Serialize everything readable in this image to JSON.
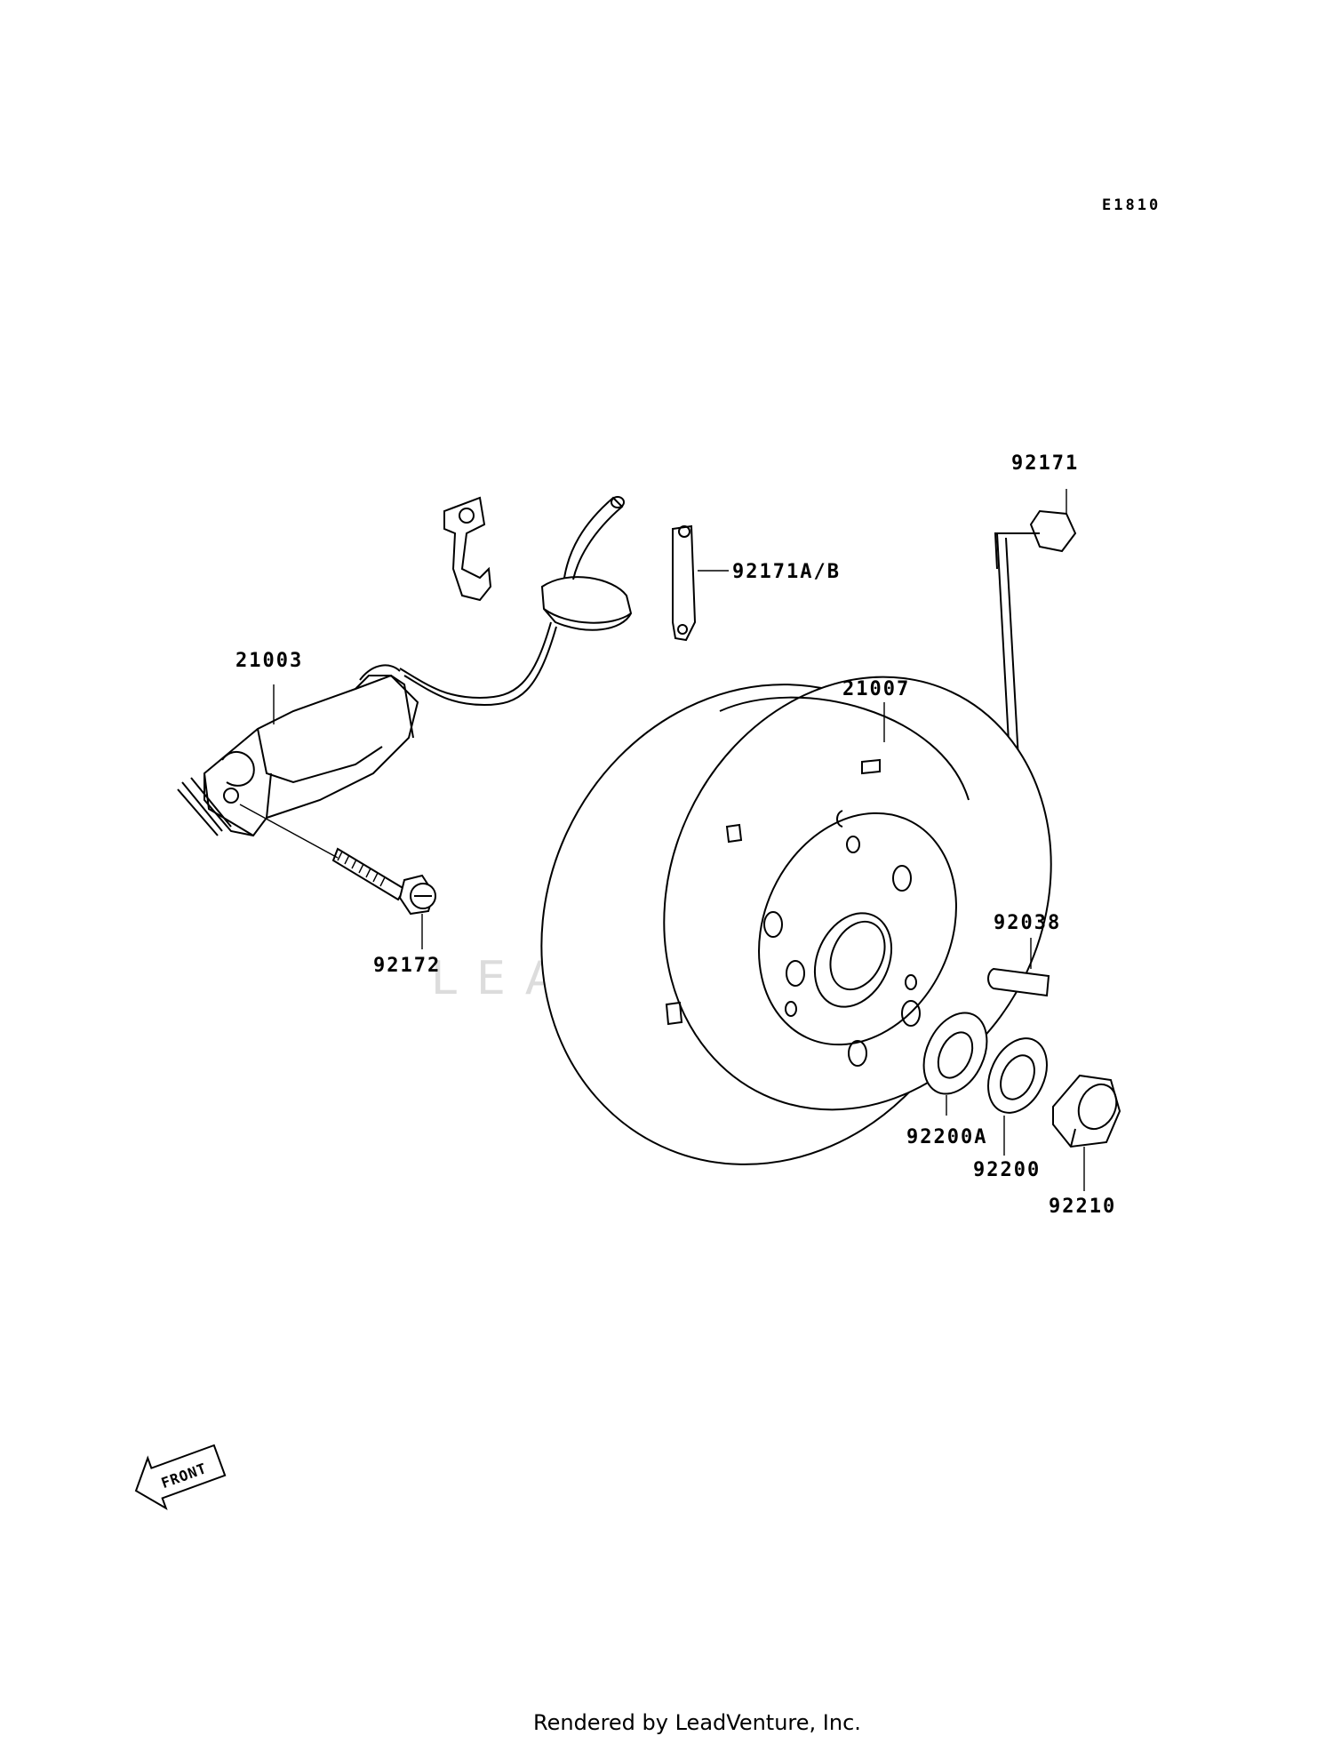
{
  "diagram_code": "E1810",
  "labels": {
    "p21003": "21003",
    "p21007": "21007",
    "p92171": "92171",
    "p92171ab": "92171A/B",
    "p92172": "92172",
    "p92038": "92038",
    "p92200a": "92200A",
    "p92200": "92200",
    "p92210": "92210"
  },
  "front_arrow": "FRONT",
  "watermark": "LEADVENTURE",
  "footer": "Rendered by LeadVenture, Inc."
}
